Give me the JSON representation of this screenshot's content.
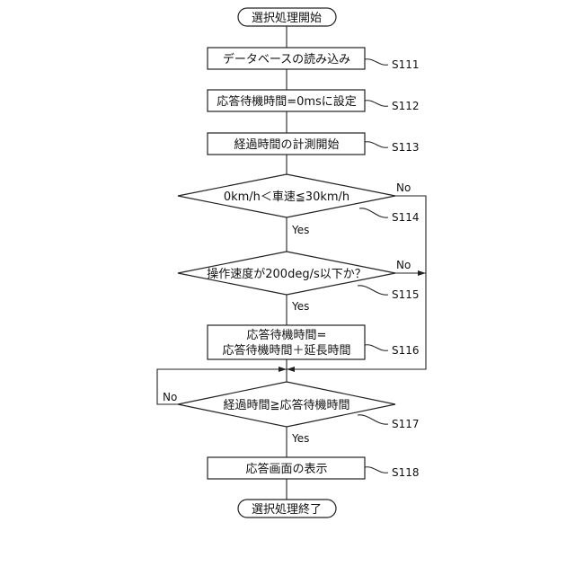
{
  "flowchart": {
    "start": "選択処理開始",
    "end": "選択処理終了",
    "steps": {
      "s111": {
        "label": "データベースの読み込み",
        "ref": "S111"
      },
      "s112": {
        "label": "応答待機時間=0msに設定",
        "ref": "S112"
      },
      "s113": {
        "label": "経過時間の計測開始",
        "ref": "S113"
      },
      "s114": {
        "label": "0km/h＜車速≦30km/h",
        "ref": "S114"
      },
      "s115": {
        "label": "操作速度が200deg/s以下か？",
        "ref": "S115"
      },
      "s116": {
        "line1": "応答待機時間=",
        "line2": "応答待機時間＋延長時間",
        "ref": "S116"
      },
      "s117": {
        "label": "経過時間≧応答待機時間",
        "ref": "S117"
      },
      "s118": {
        "label": "応答画面の表示",
        "ref": "S118"
      }
    },
    "branches": {
      "yes": "Yes",
      "no": "No"
    }
  }
}
